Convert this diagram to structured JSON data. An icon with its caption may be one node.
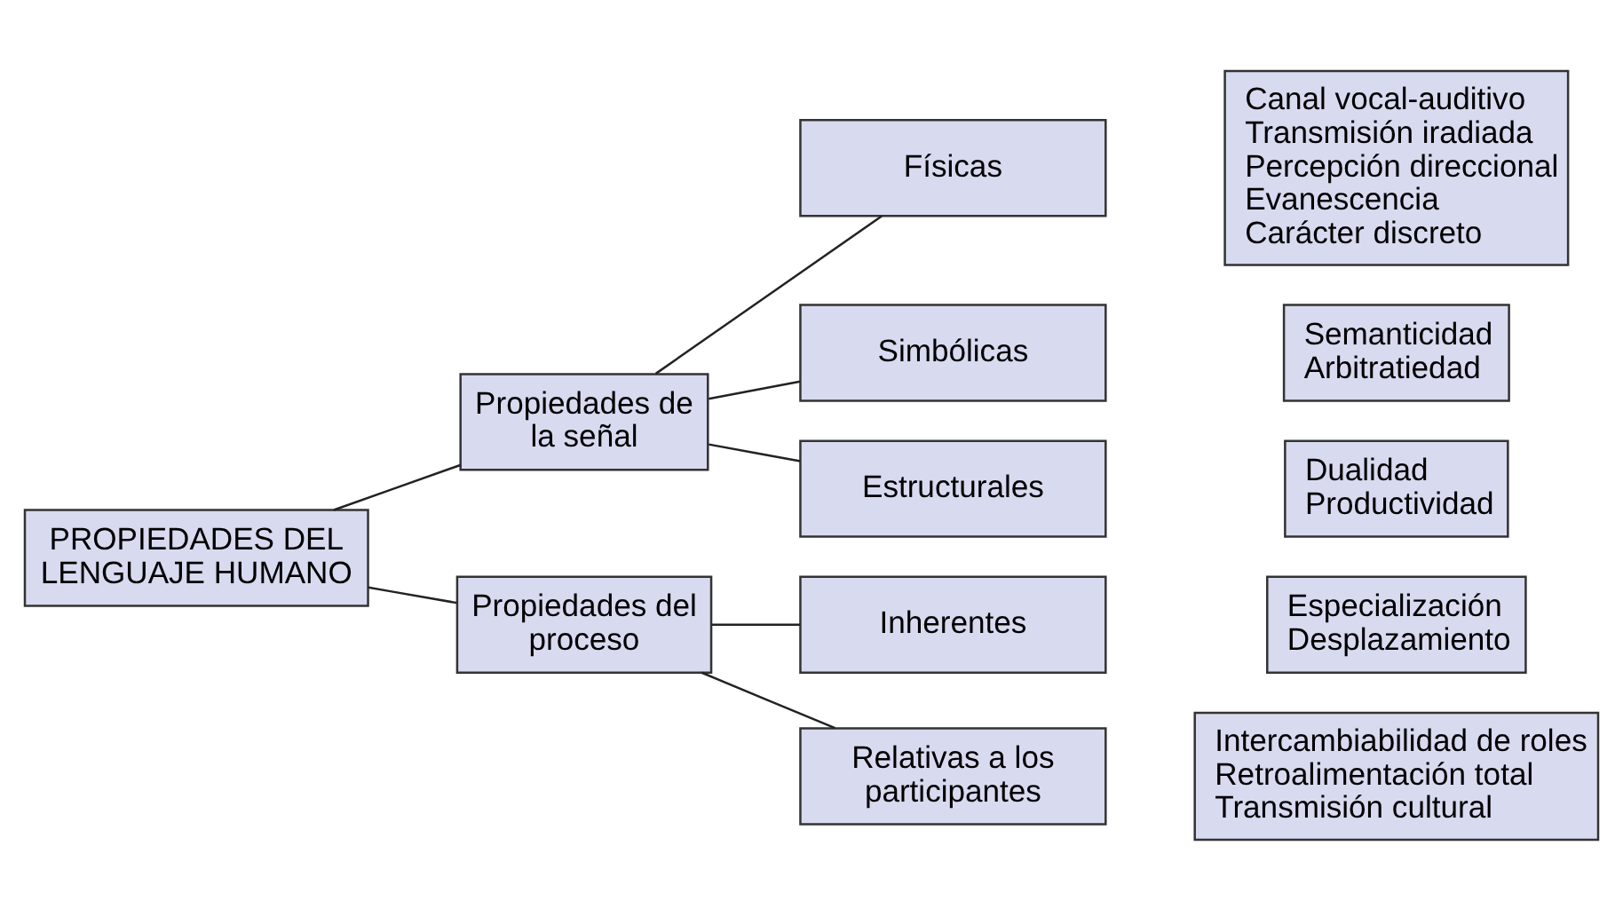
{
  "diagram": {
    "nodes": [
      {
        "text": [
          "PROPIEDADES DEL LENGUAJE HUMANO"
        ]
      },
      {
        "text": [
          "Propiedades de la señal"
        ]
      },
      {
        "text": [
          "Propiedades del proceso"
        ]
      },
      {
        "text": [
          "Físicas"
        ]
      },
      {
        "text": [
          "Simbólicas"
        ]
      },
      {
        "text": [
          "Estructurales"
        ]
      },
      {
        "text": [
          "Inherentes"
        ]
      },
      {
        "text": [
          "Relativas a los participantes"
        ]
      },
      {
        "text": [
          "Canal vocal-auditivo",
          "Transmisión iradiada",
          "Percepción direccional",
          "Evanescencia",
          "Carácter discreto"
        ]
      },
      {
        "text": [
          "Semanticidad",
          "Arbitratiedad"
        ]
      },
      {
        "text": [
          "Dualidad",
          "Productividad"
        ]
      },
      {
        "text": [
          "Especialización",
          "Desplazamiento"
        ]
      },
      {
        "text": [
          "Intercambiabilidad de roles",
          "Retroalimentación total",
          "Transmisión cultural"
        ]
      }
    ],
    "edges": [
      {
        "from": 0,
        "to": 1,
        "arrow": "none"
      },
      {
        "from": 0,
        "to": 2,
        "arrow": "none"
      },
      {
        "from": 1,
        "to": 3,
        "arrow": "none"
      },
      {
        "from": 1,
        "to": 4,
        "arrow": "none"
      },
      {
        "from": 1,
        "to": 5,
        "arrow": "none"
      },
      {
        "from": 2,
        "to": 6,
        "arrow": "none"
      },
      {
        "from": 2,
        "to": 7,
        "arrow": "none"
      }
    ]
  }
}
